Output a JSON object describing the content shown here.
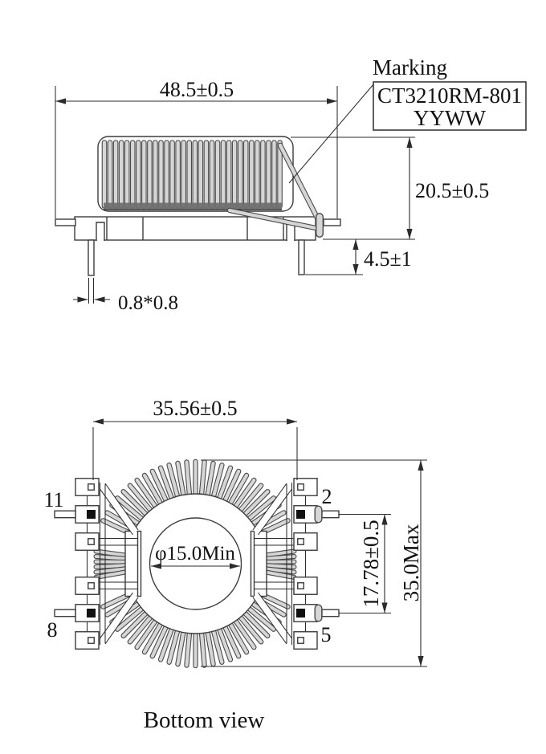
{
  "colors": {
    "background": "#ffffff",
    "line": "#2b2b2b",
    "outline": "#3c3c3c",
    "wire_outline": "#4a4a4a",
    "wire_fill": "#d6d6d6",
    "band": "#6e6e6e",
    "text": "#111111"
  },
  "top_view": {
    "dim_width": "48.5±0.5",
    "dim_height": "20.5±0.5",
    "dim_standoff": "4.5±1",
    "dim_pin_size": "0.8*0.8",
    "marking_label": "Marking",
    "marking_part_number": "CT3210RM-801",
    "marking_date_code": "YYWW"
  },
  "bottom_view": {
    "dim_pin_span": "35.56±0.5",
    "dim_inner_hole": "φ15.0Min",
    "dim_pin_pitch": "17.78±0.5",
    "dim_outer_diameter": "35.0Max",
    "pin_top_left": "11",
    "pin_top_right": "2",
    "pin_bottom_left": "8",
    "pin_bottom_right": "5",
    "caption": "Bottom view"
  }
}
